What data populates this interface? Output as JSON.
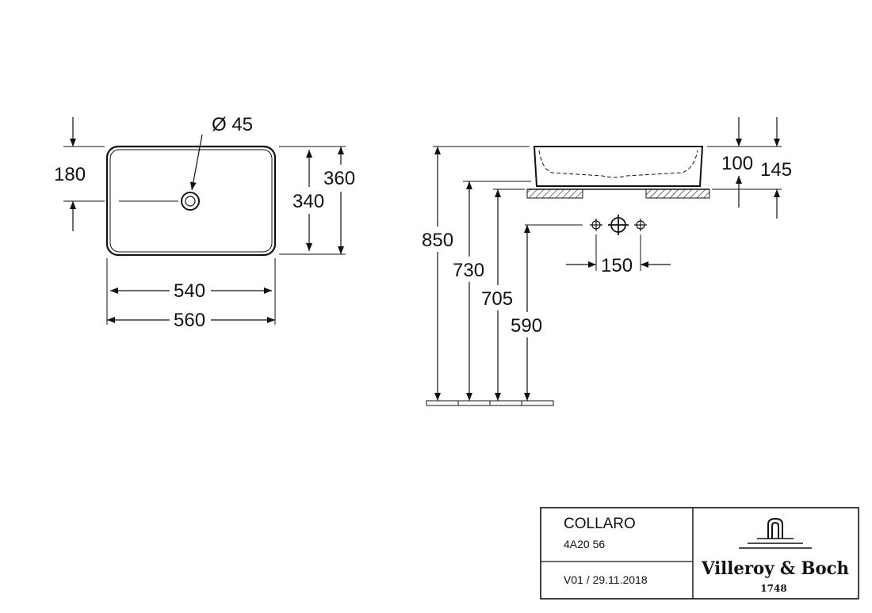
{
  "top_view": {
    "drain_label": "Ø 45",
    "dim_180": "180",
    "dim_340": "340",
    "dim_360": "360",
    "dim_540": "540",
    "dim_560": "560"
  },
  "side_view": {
    "dim_100": "100",
    "dim_145": "145",
    "dim_850": "850",
    "dim_730": "730",
    "dim_705": "705",
    "dim_590": "590",
    "dim_150": "150"
  },
  "title_block": {
    "product_name": "COLLARO",
    "article_number": "4A20 56",
    "version_date": "V01 / 29.11.2018",
    "brand_name": "Villeroy & Boch",
    "brand_year": "1748"
  },
  "colors": {
    "line": "#111111",
    "background": "#ffffff"
  }
}
